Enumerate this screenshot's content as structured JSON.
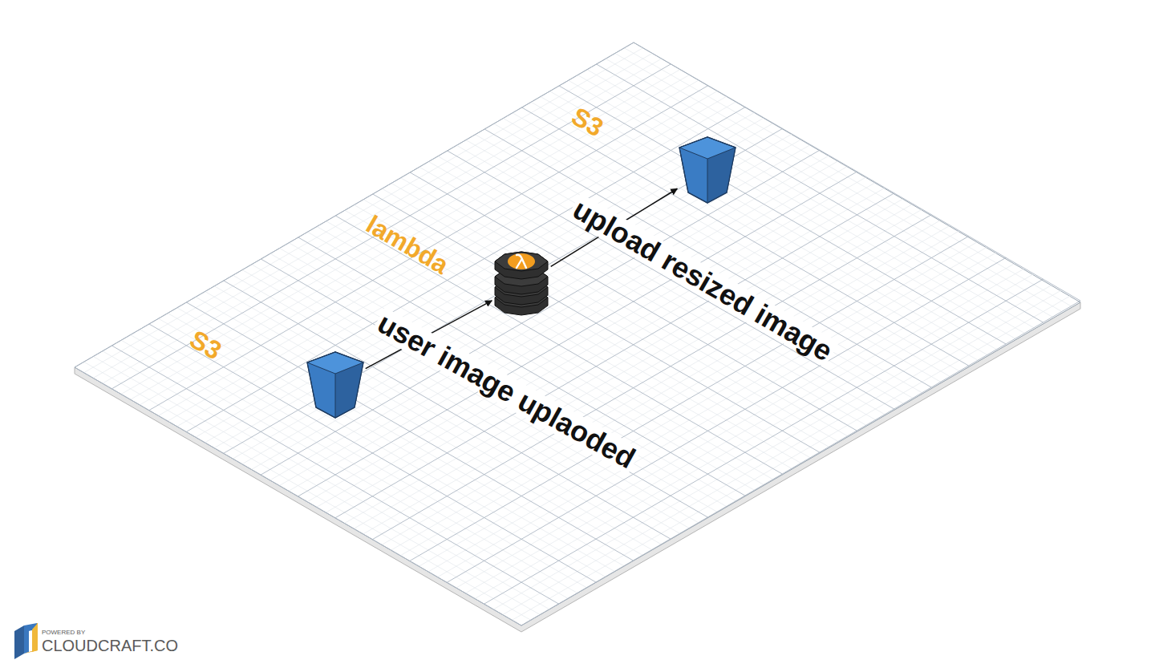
{
  "diagram": {
    "nodes": [
      {
        "text": [
          "S3"
        ]
      },
      {
        "text": [
          "lambda"
        ]
      },
      {
        "text": [
          "S3"
        ]
      }
    ],
    "edges": [
      {
        "from": 0,
        "to": 1,
        "arrow": "to",
        "label": "user image uplaoded"
      },
      {
        "from": 1,
        "to": 2,
        "arrow": "to",
        "label": "upload resized image"
      }
    ],
    "labels": [
      "POWERED BY",
      "CLOUDCRAFT.CO"
    ]
  }
}
